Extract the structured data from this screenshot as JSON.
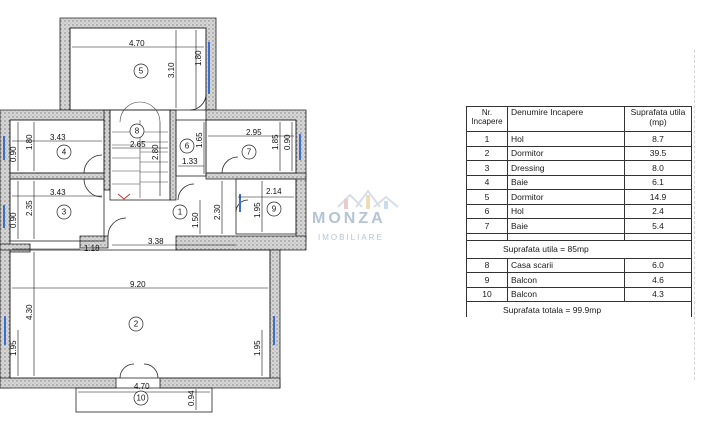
{
  "plan": {
    "dimensions": [
      "4.70",
      "3.10",
      "1.80",
      "3.43",
      "1.80",
      "0.90",
      "2.95",
      "1.85",
      "0.90",
      "2.65",
      "2.80",
      "1.65",
      "1.33",
      "3.43",
      "2.35",
      "0.90",
      "2.14",
      "1.95",
      "2.30",
      "1.50",
      "3.38",
      "1.18",
      "9.20",
      "4.30",
      "1.95",
      "1.95",
      "4.70",
      "0.94"
    ],
    "room_markers": [
      "1",
      "2",
      "3",
      "4",
      "5",
      "6",
      "7",
      "8",
      "9",
      "10"
    ]
  },
  "table": {
    "headers": [
      "Nr. Incapere",
      "Denumire Incapere",
      "Suprafata utila (mp)"
    ],
    "rows": [
      {
        "nr": "1",
        "name": "Hol",
        "area": "8.7"
      },
      {
        "nr": "2",
        "name": "Dormitor",
        "area": "39.5"
      },
      {
        "nr": "3",
        "name": "Dressing",
        "area": "8.0"
      },
      {
        "nr": "4",
        "name": "Baie",
        "area": "6.1"
      },
      {
        "nr": "5",
        "name": "Dormitor",
        "area": "14.9"
      },
      {
        "nr": "6",
        "name": "Hol",
        "area": "2.4"
      },
      {
        "nr": "7",
        "name": "Baie",
        "area": "5.4"
      }
    ],
    "subtotal": "Suprafata utila = 85mp",
    "extra_rows": [
      {
        "nr": "8",
        "name": "Casa scarii",
        "area": "6.0"
      },
      {
        "nr": "9",
        "name": "Balcon",
        "area": "4.6"
      },
      {
        "nr": "10",
        "name": "Balcon",
        "area": "4.3"
      }
    ],
    "total": "Suprafata totala = 99.9mp"
  },
  "watermark": {
    "brand": "MONZA",
    "tagline": "IMOBILIARE"
  },
  "colors": {
    "wall_hatch": "#8a8a8a",
    "window": "#3a6fd0",
    "line": "#111111"
  }
}
